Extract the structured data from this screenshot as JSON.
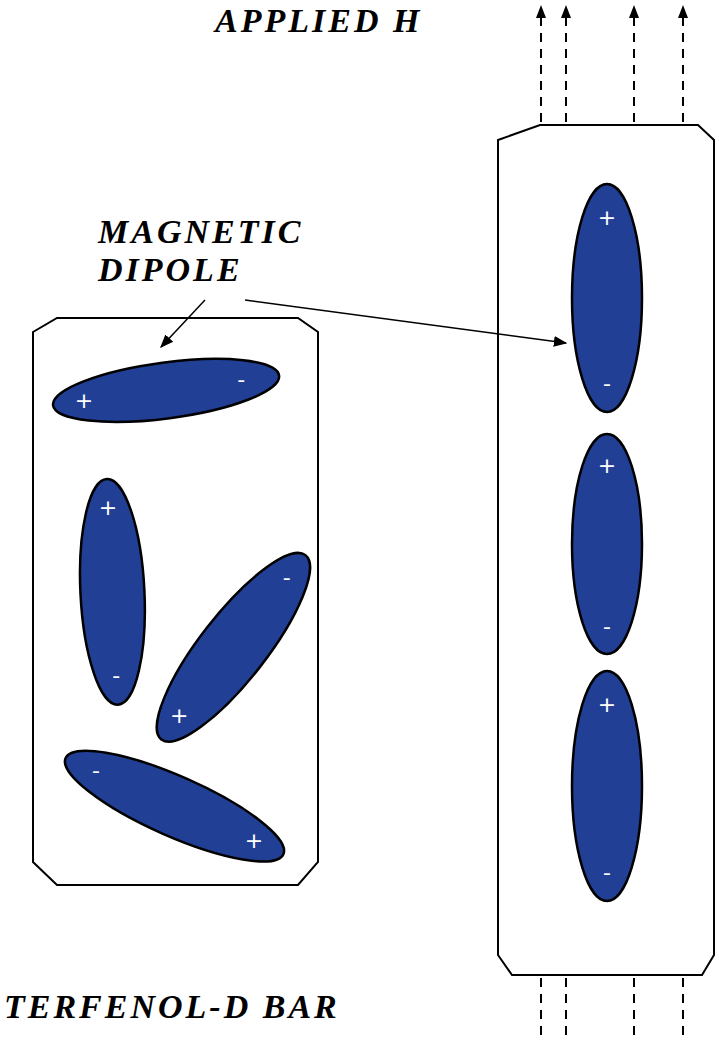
{
  "diagram": {
    "nodes": [
      {
        "text": [
          "+",
          "-"
        ]
      },
      {
        "text": [
          "+",
          "-"
        ]
      },
      {
        "text": [
          "-",
          "+"
        ]
      },
      {
        "text": [
          "-",
          "+"
        ]
      },
      {
        "text": [
          "+",
          "-"
        ]
      },
      {
        "text": [
          "+",
          "-"
        ]
      },
      {
        "text": [
          "+",
          "-"
        ]
      }
    ],
    "labels": [
      "APPLIED H",
      "MAGNETIC DIPOLE",
      "TERFENOL-D BAR"
    ]
  }
}
